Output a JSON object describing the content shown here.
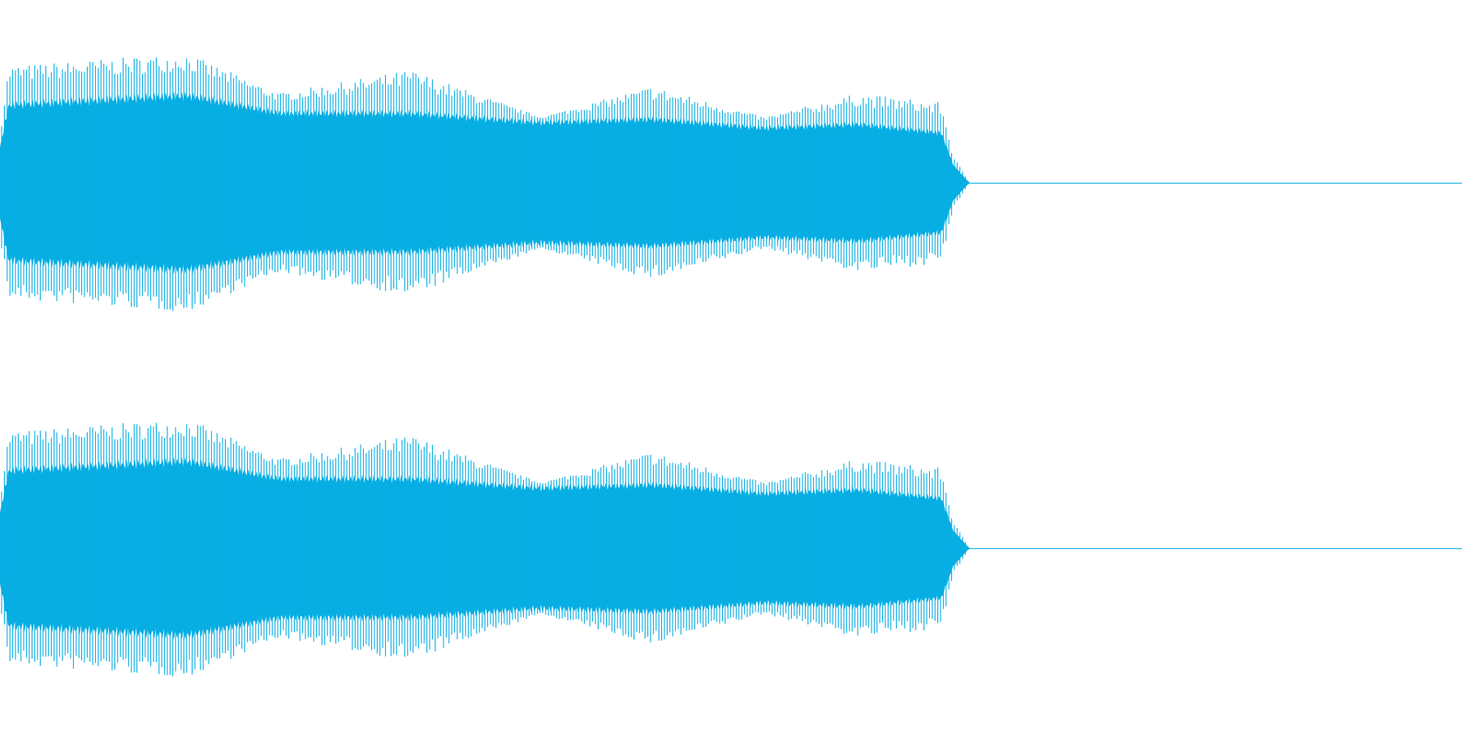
{
  "waveform": {
    "color": "#06aee3",
    "channels": [
      "left",
      "right"
    ],
    "envelope_time": [
      0.0,
      0.006,
      0.128,
      0.191,
      0.281,
      0.37,
      0.446,
      0.523,
      0.587,
      0.644,
      0.652,
      0.663
    ],
    "envelope_peak": [
      0.3,
      0.64,
      0.71,
      0.49,
      0.62,
      0.36,
      0.53,
      0.36,
      0.49,
      0.44,
      0.15,
      0.0
    ],
    "envelope_body": [
      0.2,
      0.44,
      0.49,
      0.39,
      0.39,
      0.34,
      0.36,
      0.31,
      0.33,
      0.28,
      0.1,
      0.0
    ]
  }
}
